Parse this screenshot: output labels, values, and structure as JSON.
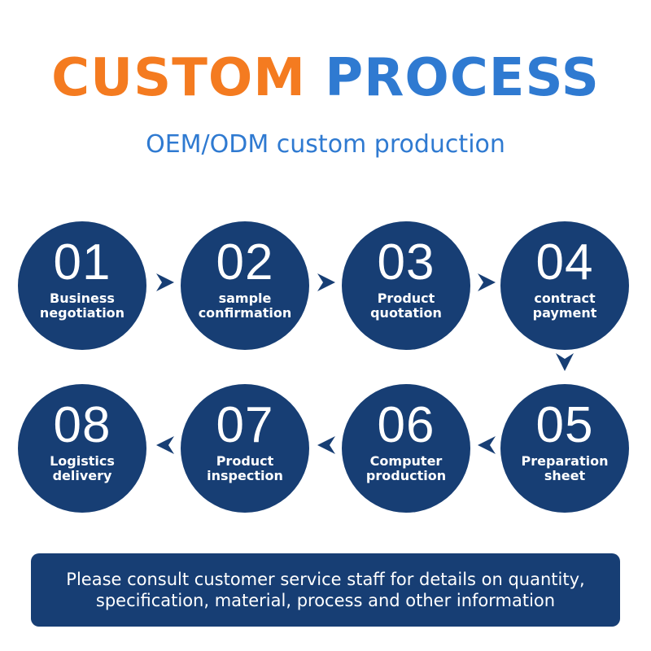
{
  "title": {
    "part1": "CUSTOM",
    "part2": "PROCESS"
  },
  "subtitle": "OEM/ODM custom production",
  "steps": [
    {
      "num": "01",
      "line1": "Business",
      "line2": "negotiation"
    },
    {
      "num": "02",
      "line1": "sample",
      "line2": "confirmation"
    },
    {
      "num": "03",
      "line1": "Product",
      "line2": "quotation"
    },
    {
      "num": "04",
      "line1": "contract",
      "line2": "payment"
    },
    {
      "num": "05",
      "line1": "Preparation",
      "line2": "sheet"
    },
    {
      "num": "06",
      "line1": "Computer",
      "line2": "production"
    },
    {
      "num": "07",
      "line1": "Product",
      "line2": "inspection"
    },
    {
      "num": "08",
      "line1": "Logistics",
      "line2": "delivery"
    }
  ],
  "note": {
    "line1": "Please consult customer service staff for details on quantity,",
    "line2": "specification, material, process and other information"
  },
  "colors": {
    "orange": "#f47b20",
    "blue": "#2f7ad1",
    "navy": "#173e74"
  }
}
